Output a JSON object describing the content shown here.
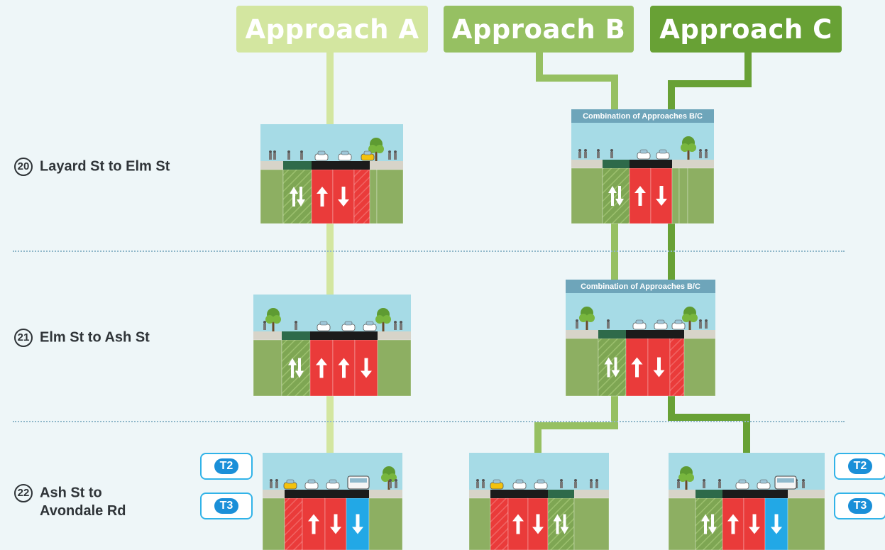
{
  "approaches": [
    {
      "label": "Approach A",
      "color": "#d3e6a0"
    },
    {
      "label": "Approach B",
      "color": "#96c062"
    },
    {
      "label": "Approach C",
      "color": "#68a135"
    }
  ],
  "segments": [
    {
      "number": "20",
      "name": "Layard St to Elm St"
    },
    {
      "number": "21",
      "name": "Elm St to Ash St"
    },
    {
      "number": "22",
      "name_line1": "Ash St to",
      "name_line2": "Avondale Rd"
    }
  ],
  "combo_label": "Combination of Approaches B/C",
  "transit_tags": {
    "t2": "T2",
    "t3": "T3"
  },
  "colors": {
    "sky": "#a6dbe6",
    "sidewalk": "#d7d4c9",
    "grass": "#8daf62",
    "lane_red": "#ea3b3a",
    "lane_blue": "#22a8e6",
    "median": "#6d9a4a",
    "bike_dark": "#2e6a4a"
  }
}
